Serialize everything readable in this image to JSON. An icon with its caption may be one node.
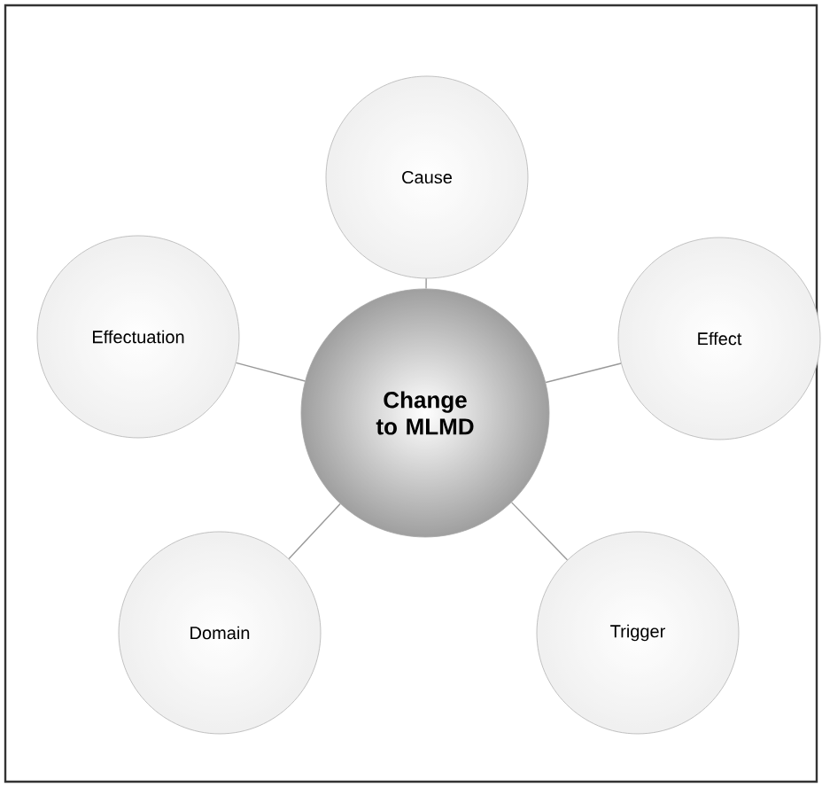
{
  "diagram": {
    "nodes": [
      {
        "text": [
          "Change to MLMD"
        ]
      },
      {
        "text": [
          "Cause"
        ]
      },
      {
        "text": [
          "Effect"
        ]
      },
      {
        "text": [
          "Trigger"
        ]
      },
      {
        "text": [
          "Domain"
        ]
      },
      {
        "text": [
          "Effectuation"
        ]
      }
    ],
    "edges": [
      {
        "from": 0,
        "to": 1,
        "arrow": "none"
      },
      {
        "from": 0,
        "to": 2,
        "arrow": "none"
      },
      {
        "from": 0,
        "to": 3,
        "arrow": "none"
      },
      {
        "from": 0,
        "to": 4,
        "arrow": "none"
      },
      {
        "from": 0,
        "to": 5,
        "arrow": "none"
      }
    ]
  }
}
